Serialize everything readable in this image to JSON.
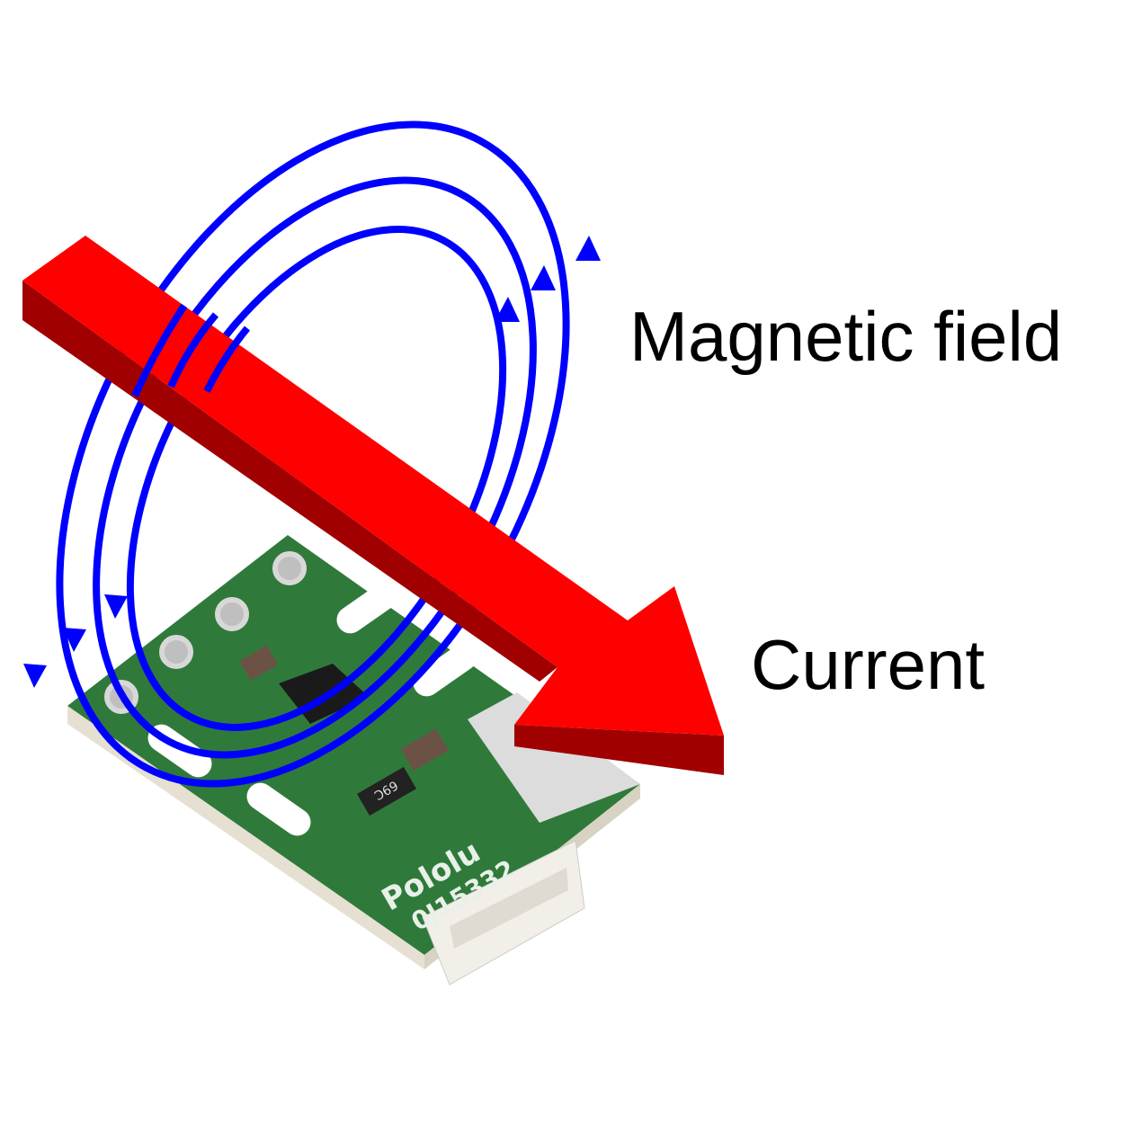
{
  "labels": {
    "magnetic_field": "Magnetic field",
    "current": "Current"
  },
  "board": {
    "brand": "Pololu",
    "part_number": "0J15332",
    "resistor_marking": "69C"
  },
  "colors": {
    "arrow_top": "#ff0000",
    "arrow_side": "#a00000",
    "field_lines": "#0000ff",
    "pcb": "#2e7d3c"
  }
}
